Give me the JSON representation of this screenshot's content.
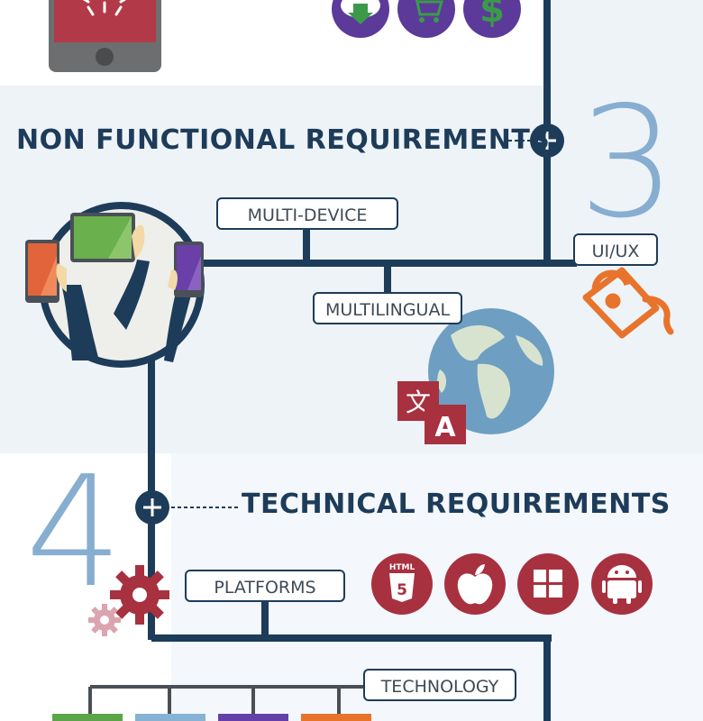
{
  "sections": {
    "non_functional": {
      "number": "3",
      "title": "NON FUNCTIONAL REQUIREMENTS",
      "items": {
        "multi_device": "MULTI-DEVICE",
        "multilingual": "MULTILINGUAL",
        "ui_ux": "UI/UX"
      },
      "translate_icon_glyphs": {
        "source": "文",
        "target": "A"
      }
    },
    "technical": {
      "number": "4",
      "title": "TECHNICAL REQUIREMENTS",
      "items": {
        "platforms": "PLATFORMS",
        "technology": "TECHNOLOGY"
      },
      "platform_icons": [
        "html5-icon",
        "apple-icon",
        "windows-icon",
        "android-icon"
      ],
      "html5_badge": "HTML"
    }
  },
  "colors": {
    "navy": "#1d3c5a",
    "light_band": "#eef3f8",
    "big_number": "#87aed0",
    "platform_red": "#a8313f",
    "accent_orange": "#e8742c"
  }
}
